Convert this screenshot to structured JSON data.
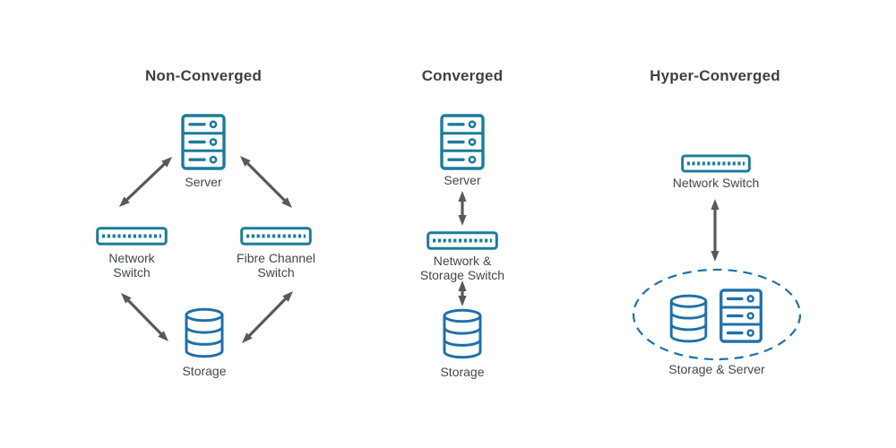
{
  "diagram": {
    "columns": [
      {
        "title": "Non-Converged",
        "nodes": [
          {
            "label": "Server",
            "icon": "server-icon"
          },
          {
            "label": "Network Switch",
            "icon": "network-switch-icon"
          },
          {
            "label": "Fibre Channel Switch",
            "icon": "network-switch-icon"
          },
          {
            "label": "Storage",
            "icon": "storage-icon"
          }
        ],
        "connections": [
          {
            "from": "Server",
            "to": "Network Switch",
            "bidirectional": true
          },
          {
            "from": "Server",
            "to": "Fibre Channel Switch",
            "bidirectional": true
          },
          {
            "from": "Network Switch",
            "to": "Storage",
            "bidirectional": true
          },
          {
            "from": "Fibre Channel Switch",
            "to": "Storage",
            "bidirectional": true
          }
        ]
      },
      {
        "title": "Converged",
        "nodes": [
          {
            "label": "Server",
            "icon": "server-icon"
          },
          {
            "label": "Network & Storage Switch",
            "icon": "network-switch-icon"
          },
          {
            "label": "Storage",
            "icon": "storage-icon"
          }
        ],
        "connections": [
          {
            "from": "Server",
            "to": "Network & Storage Switch",
            "bidirectional": true
          },
          {
            "from": "Network & Storage Switch",
            "to": "Storage",
            "bidirectional": true
          }
        ]
      },
      {
        "title": "Hyper-Converged",
        "nodes": [
          {
            "label": "Network Switch",
            "icon": "network-switch-icon"
          },
          {
            "label": "Storage & Server",
            "icon": "storage-and-server-cluster",
            "enclosure": "dashed-ellipse"
          }
        ],
        "connections": [
          {
            "from": "Network Switch",
            "to": "Storage & Server",
            "bidirectional": true
          }
        ]
      }
    ],
    "colors": {
      "server_and_switch_icon": "#1B7C99",
      "storage_and_cluster_icon": "#2070A8",
      "dashed_ellipse": "#2070A8",
      "arrow": "#58595B",
      "title_text": "#3F3F3F",
      "label_text": "#41464B",
      "background": "#FFFFFF"
    }
  }
}
